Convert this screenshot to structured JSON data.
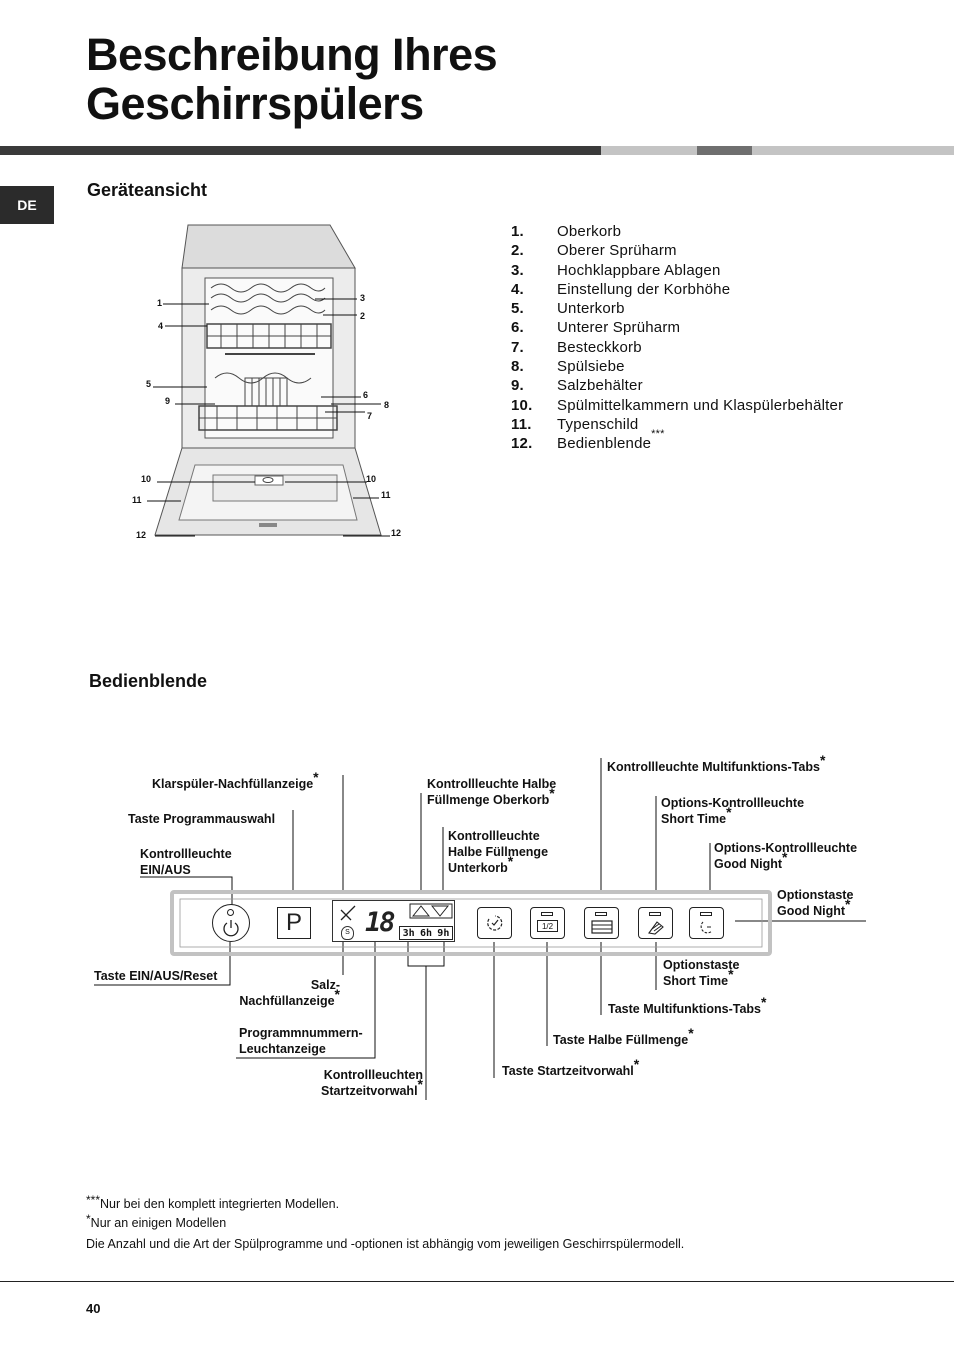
{
  "page_title_line1": "Beschreibung Ihres",
  "page_title_line2": "Geschirrspülers",
  "language_tab": "DE",
  "section1_heading": "Geräteansicht",
  "section2_heading": "Bedienblende",
  "appliance_callouts": [
    "1",
    "2",
    "3",
    "4",
    "5",
    "6",
    "7",
    "8",
    "9",
    "10",
    "11",
    "12"
  ],
  "parts": [
    {
      "num": "1.",
      "label": "Oberkorb"
    },
    {
      "num": "2.",
      "label": "Oberer Sprüharm"
    },
    {
      "num": "3.",
      "label": "Hochklappbare Ablagen"
    },
    {
      "num": "4.",
      "label": "Einstellung der Korbhöhe"
    },
    {
      "num": "5.",
      "label": "Unterkorb"
    },
    {
      "num": "6.",
      "label": "Unterer Sprüharm"
    },
    {
      "num": "7.",
      "label": "Besteckkorb"
    },
    {
      "num": "8.",
      "label": "Spülsiebe"
    },
    {
      "num": "9.",
      "label": "Salzbehälter"
    },
    {
      "num": "10.",
      "label": "Spülmittelkammern und Klaspülerbehälter"
    },
    {
      "num": "11.",
      "label": "Typenschild"
    },
    {
      "num": "12.",
      "label": "Bedienblende",
      "mark": "***"
    }
  ],
  "panel_labels": {
    "klarspueler": "Klarspüler-Nachfüllanzeige",
    "programmwahl": "Taste Programmauswahl",
    "ein_aus_l1": "Kontrollleuchte",
    "ein_aus_l2": "EIN/AUS",
    "halbe_ober_l1": "Kontrollleuchte Halbe",
    "halbe_ober_l2": "Füllmenge Oberkorb",
    "halbe_unter_l1": "Kontrollleuchte",
    "halbe_unter_l2": "Halbe Füllmenge",
    "halbe_unter_l3": "Unterkorb",
    "multitabs_leuchte": "Kontrollleuchte Multifunktions-Tabs",
    "short_leuchte_l1": "Options-Kontrollleuchte",
    "short_leuchte_l2": "Short Time",
    "good_leuchte_l1": "Options-Kontrollleuchte",
    "good_leuchte_l2": "Good Night",
    "good_taste_l1": "Optionstaste",
    "good_taste_l2": "Good Night",
    "reset": "Taste EIN/AUS/Reset",
    "salz_l1": "Salz-",
    "salz_l2": "Nachfüllanzeige",
    "prognr_l1": "Programmnummern-",
    "prognr_l2": "Leuchtanzeige",
    "startzeit_leuchten_l1": "Kontrollleuchten",
    "startzeit_leuchten_l2": "Startzeitvorwahl",
    "startzeit_taste": "Taste Startzeitvorwahl",
    "halbe_taste": "Taste Halbe Füllmenge",
    "multitabs_taste": "Taste Multifunktions-Tabs",
    "short_taste_l1": "Optionstaste",
    "short_taste_l2": "Short Time"
  },
  "panel_display": {
    "program_button": "P",
    "digits": "18",
    "delay_3h": "3h",
    "delay_6h": "6h",
    "delay_9h": "9h",
    "half_load_symbol": "1/2",
    "salt_symbol": "S"
  },
  "footnote_mark_triple": "***",
  "footnote_triple": "Nur bei den komplett integrierten Modellen.",
  "footnote_mark_single": "*",
  "footnote_single": "Nur an einigen Modellen",
  "footnote_general": "Die Anzahl und die Art der Spülprogramme und -optionen ist abhängig vom jeweiligen Geschirrspülermodell.",
  "page_number": "40",
  "asterisk": "*",
  "colors": {
    "rule_dark": "#3a3a3a",
    "rule_light": "#c4c4c4",
    "rule_mid": "#6f6f6f",
    "tab_bg": "#2b2b2b",
    "panel_frame": "#c2c2c2"
  }
}
